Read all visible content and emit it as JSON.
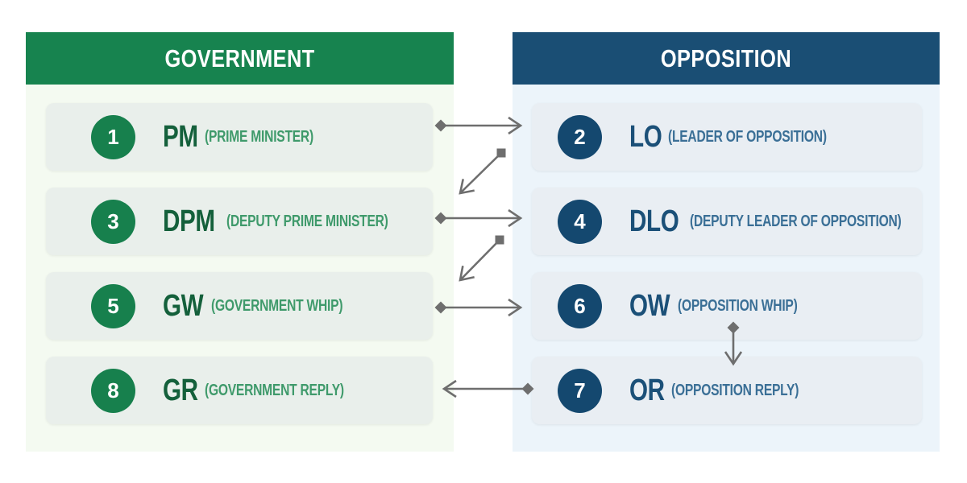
{
  "colors": {
    "government_header_bg": "#17834f",
    "government_panel_bg": "#f4faf1",
    "government_card_bg": "#e9efeb",
    "government_circle": "#17804d",
    "government_abbr_text": "#14603b",
    "government_caption_text": "#3f9a6b",
    "opposition_header_bg": "#1a4e74",
    "opposition_panel_bg": "#ecf4fa",
    "opposition_card_bg": "#e9eef3",
    "opposition_circle": "#14486f",
    "opposition_abbr_text": "#1b5078",
    "opposition_caption_text": "#3a6f96",
    "arrow_color": "#6e6e6e"
  },
  "government": {
    "title": "GOVERNMENT",
    "rows": [
      {
        "number": "1",
        "abbr": "PM",
        "caption": "(PRIME MINISTER)"
      },
      {
        "number": "3",
        "abbr": "DPM",
        "caption": "(DEPUTY PRIME MINISTER)"
      },
      {
        "number": "5",
        "abbr": "GW",
        "caption": "(GOVERNMENT WHIP)"
      },
      {
        "number": "8",
        "abbr": "GR",
        "caption": "(GOVERNMENT REPLY)"
      }
    ]
  },
  "opposition": {
    "title": "OPPOSITION",
    "rows": [
      {
        "number": "2",
        "abbr": "LO",
        "caption": "(LEADER OF OPPOSITION)"
      },
      {
        "number": "4",
        "abbr": "DLO",
        "caption": "(DEPUTY LEADER OF OPPOSITION)"
      },
      {
        "number": "6",
        "abbr": "OW",
        "caption": "(OPPOSITION WHIP)"
      },
      {
        "number": "7",
        "abbr": "OR",
        "caption": "(OPPOSITION REPLY)"
      }
    ]
  },
  "flow": {
    "connectors": [
      {
        "from": "PM",
        "to": "LO",
        "direction": "right"
      },
      {
        "from": "LO",
        "to": "DPM",
        "direction": "down-left"
      },
      {
        "from": "DPM",
        "to": "DLO",
        "direction": "right"
      },
      {
        "from": "DLO",
        "to": "GW",
        "direction": "down-left"
      },
      {
        "from": "GW",
        "to": "OW",
        "direction": "right"
      },
      {
        "from": "OW",
        "to": "OR",
        "direction": "down"
      },
      {
        "from": "OR",
        "to": "GR",
        "direction": "left"
      }
    ]
  }
}
